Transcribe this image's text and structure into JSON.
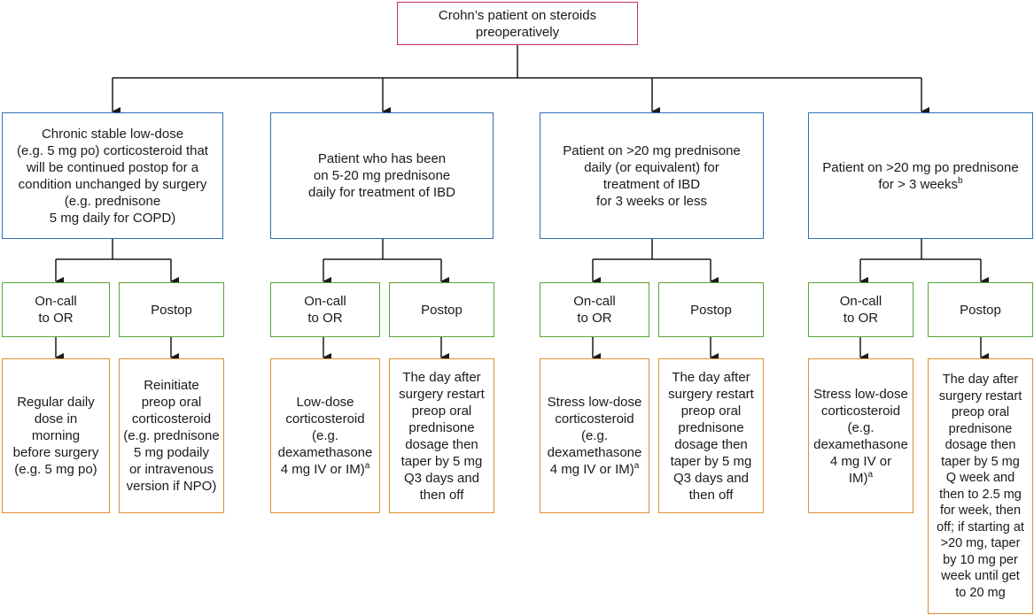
{
  "root": {
    "text": "Crohn’s patient on steroids\npreoperatively"
  },
  "branches": [
    {
      "patient": "Chronic stable low-dose\n(e.g. 5 mg po) corticosteroid that\nwill be continued postop for a\ncondition unchanged by surgery\n(e.g. prednisone\n5 mg daily for COPD)",
      "oncall_label": "On-call\nto OR",
      "postop_label": "Postop",
      "oncall_action": "Regular daily\ndose in\nmorning\nbefore surgery\n(e.g. 5 mg po)",
      "oncall_sup": "",
      "postop_action": "Reinitiate\npreop oral\ncorticosteroid\n(e.g. prednisone\n5 mg podaily\nor intravenous\nversion if NPO)"
    },
    {
      "patient": "Patient who has been\non 5-20 mg prednisone\ndaily for treatment of IBD",
      "oncall_label": "On-call\nto OR",
      "postop_label": "Postop",
      "oncall_action": "Low-dose\ncorticosteroid\n(e.g.\ndexamethasone\n4 mg IV or IM)",
      "oncall_sup": "a",
      "postop_action": "The day after\nsurgery restart\npreop oral\nprednisone\ndosage then\ntaper by 5 mg\nQ3 days and\nthen off"
    },
    {
      "patient": "Patient on >20 mg prednisone\ndaily (or equivalent) for\ntreatment of IBD\nfor 3 weeks or less",
      "oncall_label": "On-call\nto OR",
      "postop_label": "Postop",
      "oncall_action": "Stress low-dose\ncorticosteroid\n(e.g.\ndexamethasone\n4 mg IV or IM)",
      "oncall_sup": "a",
      "postop_action": "The day after\nsurgery restart\npreop oral\nprednisone\ndosage then\ntaper by 5 mg\nQ3 days and\nthen off"
    },
    {
      "patient": "Patient on >20 mg po prednisone\nfor > 3 weeks",
      "patient_sup": "b",
      "oncall_label": "On-call\nto OR",
      "postop_label": "Postop",
      "oncall_action": "Stress low-dose\ncorticosteroid\n(e.g.\ndexamethasone\n4 mg IV or\nIM)",
      "oncall_sup": "a",
      "postop_action": "The day after\nsurgery restart\npreop oral\nprednisone\ndosage then\ntaper by 5 mg\nQ week and\nthen to 2.5 mg\nfor week, then\noff; if starting at\n>20 mg, taper\nby 10 mg per\nweek until get\nto 20 mg"
    }
  ]
}
